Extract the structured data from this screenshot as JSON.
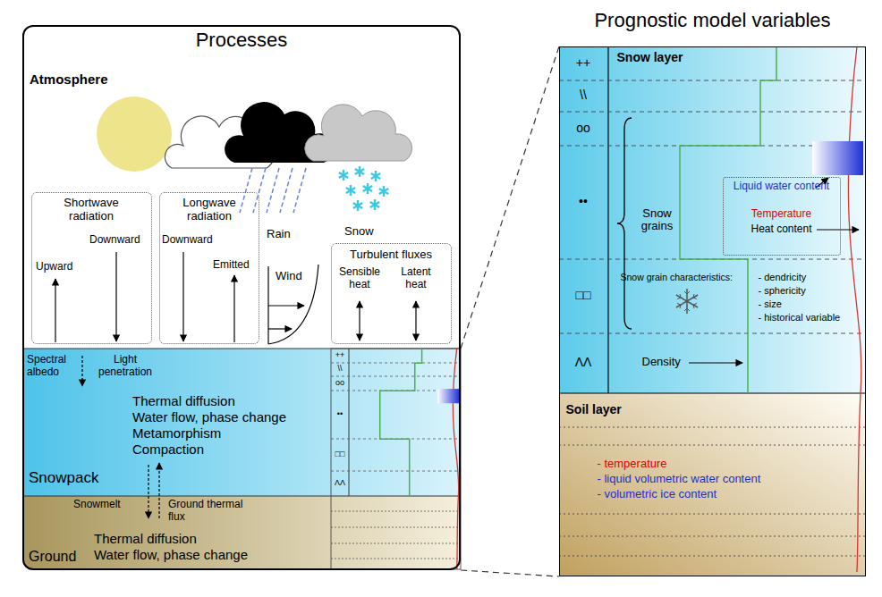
{
  "diagram": {
    "nodes": [
      {
        "text": [
          "Processes"
        ]
      },
      {
        "text": [
          "Shortwave radiation",
          "Downward",
          "Upward"
        ],
        "in": 0
      },
      {
        "text": [
          "Longwave radiation",
          "Downward",
          "Emitted"
        ],
        "in": 0
      },
      {
        "text": [
          "Turbulent fluxes",
          "Sensible heat",
          "Latent heat"
        ],
        "in": 0
      },
      {
        "text": [
          "Spectral albedo",
          "Light penetration",
          "Thermal diffusion",
          "Water flow, phase change",
          "Metamorphism",
          "Compaction",
          "Snowpack"
        ],
        "in": 0
      },
      {
        "text": [
          "Snowmelt",
          "Ground thermal flux",
          "Thermal diffusion",
          "Water flow, phase change",
          "Ground"
        ],
        "in": 0
      },
      {
        "text": [
          "Prognostic model variables"
        ]
      },
      {
        "text": [
          "Snow layer",
          "Snow grains",
          "Snow grain characteristics:",
          "- dendricity",
          "- sphericity",
          "- size",
          "- historical variable",
          "Density"
        ],
        "in": 6
      },
      {
        "text": [
          "Liquid water content",
          "Temperature",
          "Heat content"
        ],
        "in": 7
      },
      {
        "text": [
          "Soil layer",
          "- temperature",
          "- liquid volumetric water content",
          "- volumetric ice content"
        ],
        "in": 6
      }
    ],
    "labels": [
      "Atmosphere",
      "Rain",
      "Wind",
      "Snow",
      "++",
      "\\\\",
      "oo",
      "••",
      "□□",
      "ΛΛ",
      "++",
      "\\\\",
      "oo",
      "••",
      "□□",
      "ΛΛ"
    ]
  }
}
